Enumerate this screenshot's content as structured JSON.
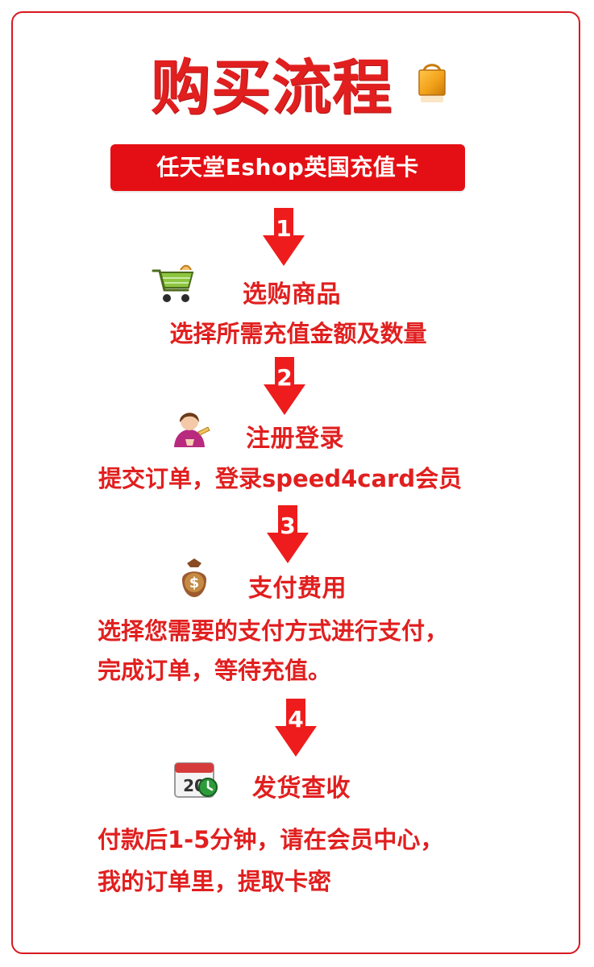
{
  "header": {
    "title": "购买流程",
    "subtitle": "任天堂Eshop英国充值卡"
  },
  "steps": [
    {
      "number": "1",
      "title": "选购商品",
      "desc": "选择所需充值金额及数量"
    },
    {
      "number": "2",
      "title": "注册登录",
      "desc": "提交订单，登录speed4card会员"
    },
    {
      "number": "3",
      "title": "支付费用",
      "desc": "选择您需要的支付方式进行支付，",
      "desc2": "完成订单，等待充值。"
    },
    {
      "number": "4",
      "title": "发货查收",
      "desc": "付款后1-5分钟，请在会员中心，",
      "desc2": "我的订单里，提取卡密"
    }
  ],
  "icons": {
    "bag": "shopping-bag-icon",
    "cart": "shopping-cart-icon",
    "user": "user-icon",
    "money": "money-bag-icon",
    "calendar": "calendar-clock-icon",
    "calendar_day": "20"
  },
  "colors": {
    "primary_red": "#e11f1f",
    "frame_red": "#d71920",
    "arrow_red": "#ee1c1c"
  }
}
